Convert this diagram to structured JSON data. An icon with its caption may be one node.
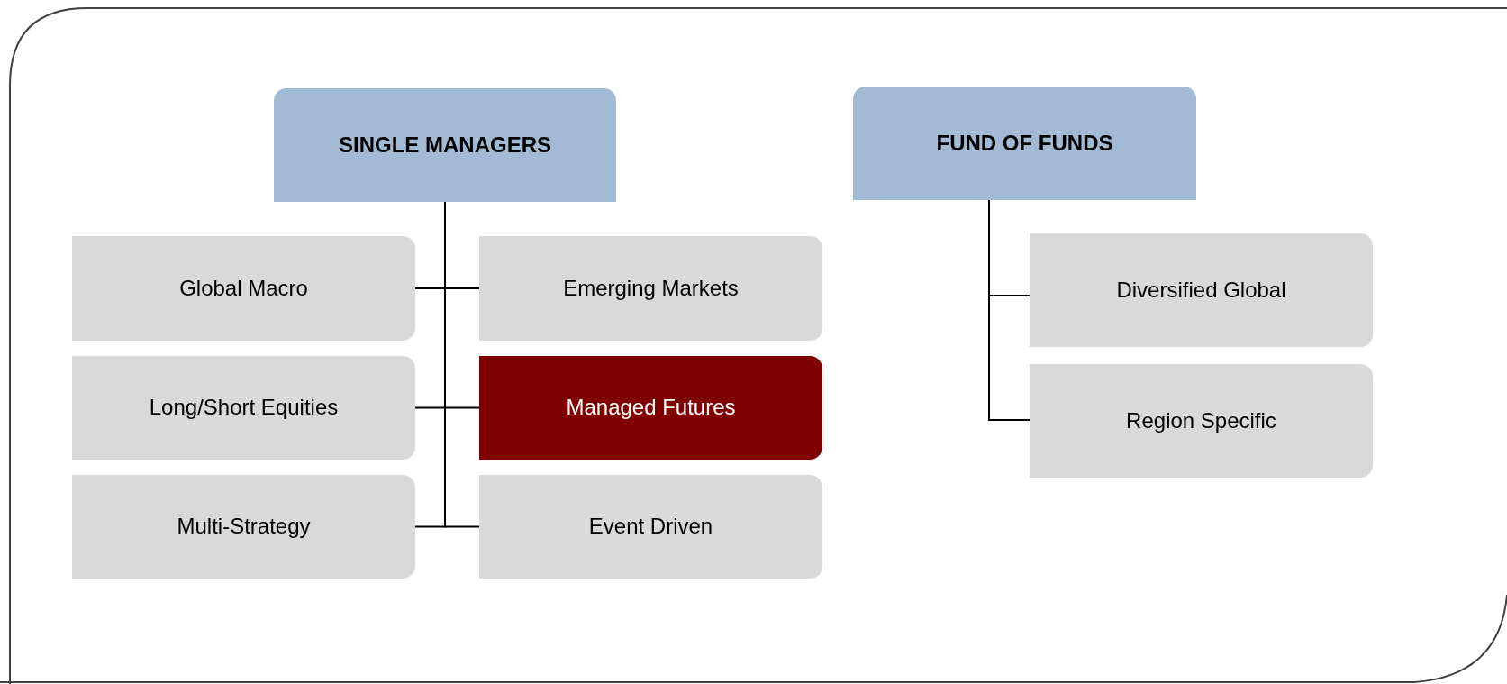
{
  "diagram": {
    "nodes": [
      {
        "text": [
          "SINGLE MANAGERS"
        ]
      },
      {
        "text": [
          "Global Macro"
        ]
      },
      {
        "text": [
          "Emerging Markets"
        ]
      },
      {
        "text": [
          "Long/Short Equities"
        ]
      },
      {
        "text": [
          "Managed Futures"
        ]
      },
      {
        "text": [
          "Multi-Strategy"
        ]
      },
      {
        "text": [
          "Event Driven"
        ]
      },
      {
        "text": [
          "FUND OF FUNDS"
        ]
      },
      {
        "text": [
          "Diversified Global"
        ]
      },
      {
        "text": [
          "Region Specific"
        ]
      }
    ],
    "edges": [
      {
        "from": 0,
        "to": 1,
        "arrow": "none"
      },
      {
        "from": 0,
        "to": 2,
        "arrow": "none"
      },
      {
        "from": 0,
        "to": 3,
        "arrow": "none"
      },
      {
        "from": 0,
        "to": 4,
        "arrow": "none"
      },
      {
        "from": 0,
        "to": 5,
        "arrow": "none"
      },
      {
        "from": 0,
        "to": 6,
        "arrow": "none"
      },
      {
        "from": 7,
        "to": 8,
        "arrow": "none"
      },
      {
        "from": 7,
        "to": 9,
        "arrow": "none"
      }
    ]
  }
}
